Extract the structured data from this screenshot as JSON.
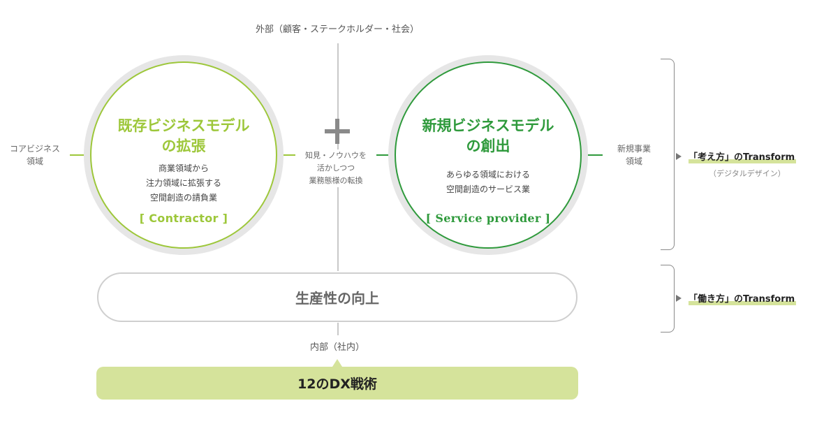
{
  "external_label": "外部（顧客・ステークホルダー・社会）",
  "internal_label": "内部（社内）",
  "left_side": {
    "line1": "コアビジネス",
    "line2": "領域"
  },
  "right_side": {
    "line1": "新規事業",
    "line2": "領域"
  },
  "middle": {
    "line1": "知見・ノウハウを",
    "line2": "活かしつつ",
    "line3": "業務態様の転換"
  },
  "left_circle": {
    "title1": "既存ビジネスモデル",
    "title2": "の拡張",
    "desc1": "商業領域から",
    "desc2": "注力領域に拡張する",
    "desc3": "空間創造の請負業",
    "tag": "[ Contractor ]",
    "color": "#9dc73a"
  },
  "right_circle": {
    "title1": "新規ビジネスモデル",
    "title2": "の創出",
    "desc1": "あらゆる領域における",
    "desc2": "空間創造のサービス業",
    "tag": "[ Service provider ]",
    "color": "#2f9a3c"
  },
  "productivity": "生産性の向上",
  "dx_strategy": "12のDX戦術",
  "transform_1": {
    "label": "「考え方」のTransform",
    "sub": "（デジタルデザイン）"
  },
  "transform_2": {
    "label": "「働き方」のTransform"
  },
  "colors": {
    "highlight": "#d5e39b",
    "circle_ring": "#e6e6e6",
    "line": "#c8c8c8"
  }
}
